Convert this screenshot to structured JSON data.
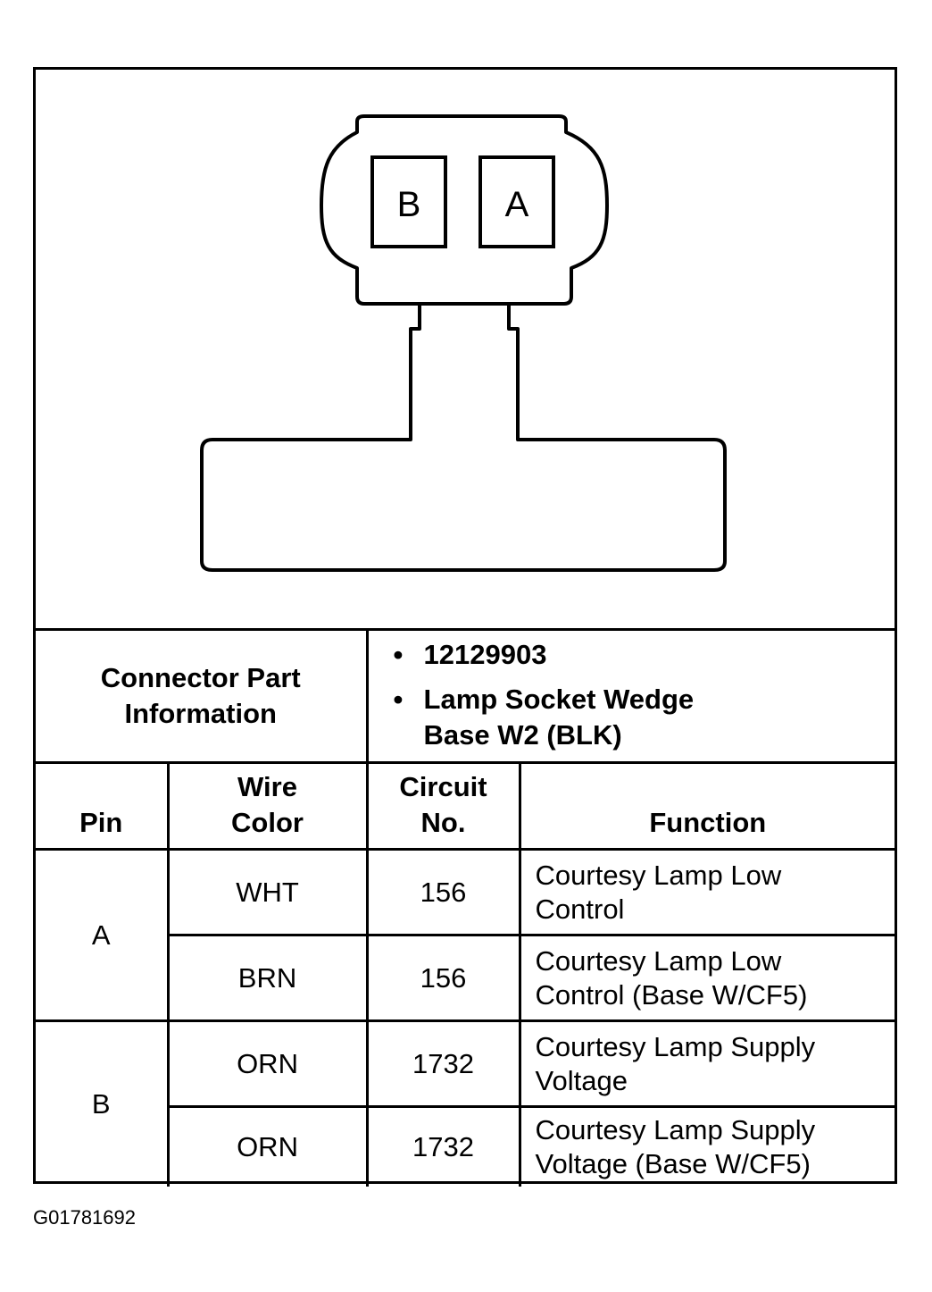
{
  "connector": {
    "pin_left": "B",
    "pin_right": "A"
  },
  "part_info": {
    "label_line1": "Connector Part",
    "label_line2": "Information",
    "bullet": "•",
    "part_number": "12129903",
    "description_line1": "Lamp Socket Wedge",
    "description_line2": "Base W2 (BLK)"
  },
  "headers": {
    "pin": "Pin",
    "wire_color_line1": "Wire",
    "wire_color_line2": "Color",
    "circuit_line1": "Circuit",
    "circuit_line2": "No.",
    "function": "Function"
  },
  "pins": [
    {
      "pin": "A",
      "rows": [
        {
          "wire_color": "WHT",
          "circuit": "156",
          "function_line1": "Courtesy Lamp Low",
          "function_line2": "Control"
        },
        {
          "wire_color": "BRN",
          "circuit": "156",
          "function_line1": "Courtesy Lamp Low",
          "function_line2": "Control (Base W/CF5)"
        }
      ]
    },
    {
      "pin": "B",
      "rows": [
        {
          "wire_color": "ORN",
          "circuit": "1732",
          "function_line1": "Courtesy Lamp Supply",
          "function_line2": "Voltage"
        },
        {
          "wire_color": "ORN",
          "circuit": "1732",
          "function_line1": "Courtesy Lamp Supply",
          "function_line2": "Voltage (Base W/CF5)"
        }
      ]
    }
  ],
  "figure_id": "G01781692"
}
